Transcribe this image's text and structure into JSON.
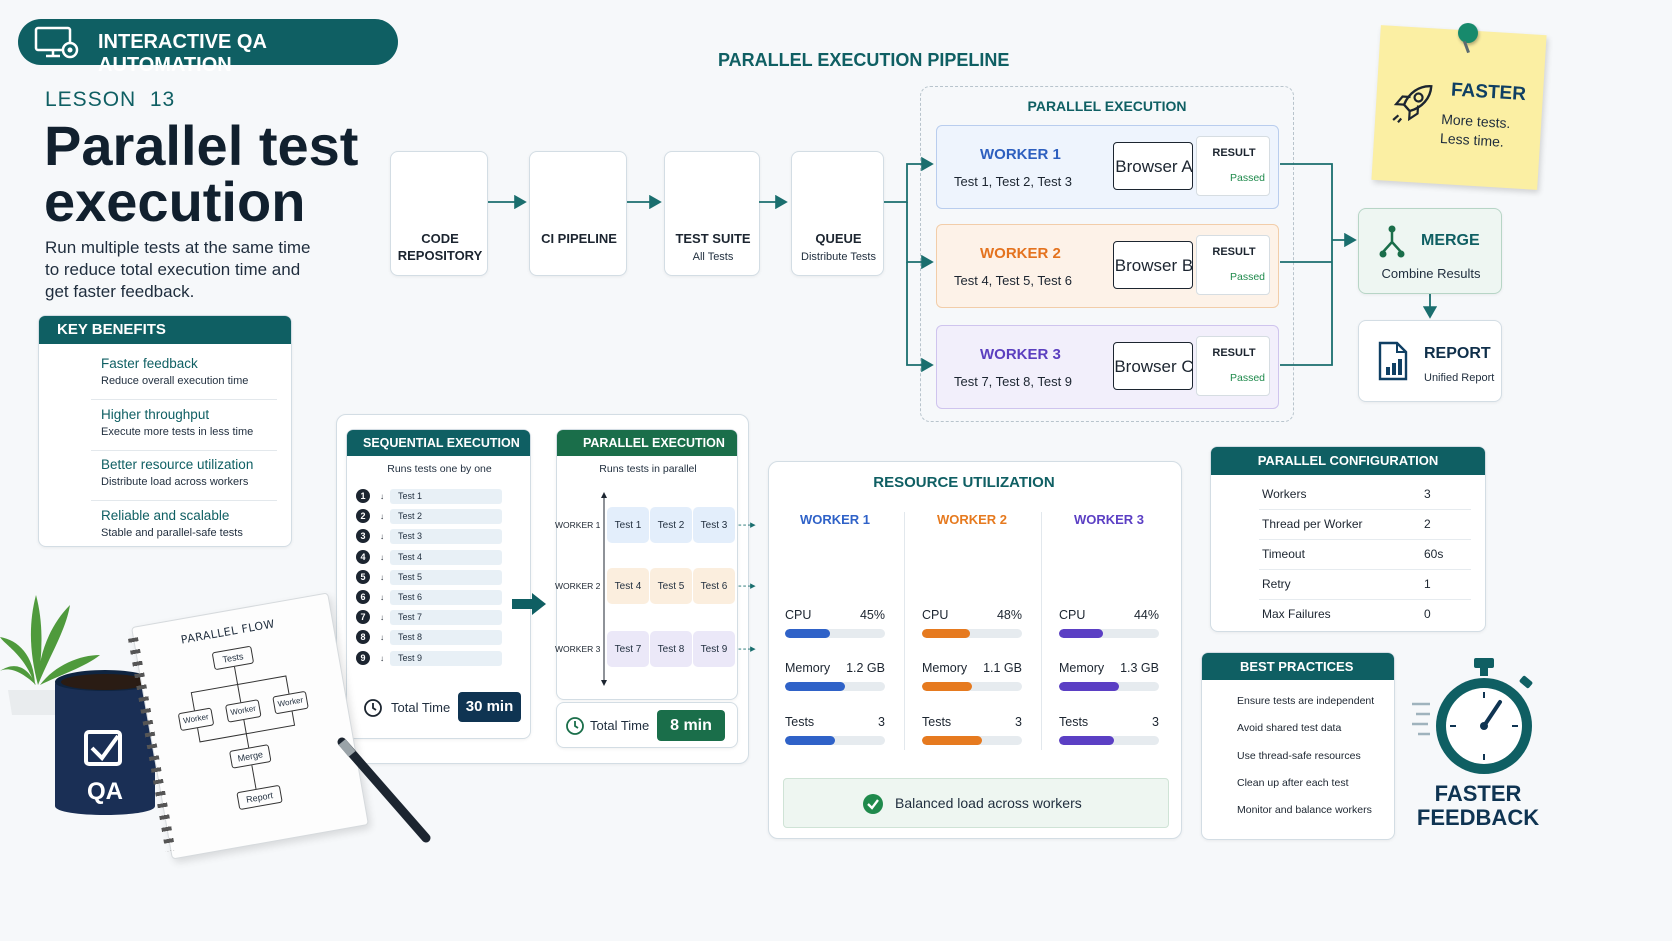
{
  "badge": {
    "label": "INTERACTIVE QA AUTOMATION"
  },
  "lesson": {
    "label": "LESSON",
    "number": "13"
  },
  "title": {
    "line1": "Parallel test",
    "line2": "execution"
  },
  "description": {
    "line1": "Run multiple tests at the same time",
    "line2": "to reduce total execution time and",
    "line3": "get faster feedback."
  },
  "benefits": {
    "header": "KEY BENEFITS",
    "items": [
      {
        "title": "Faster feedback",
        "desc": "Reduce overall execution time",
        "icon": "clock-icon"
      },
      {
        "title": "Higher throughput",
        "desc": "Execute more tests in less time",
        "icon": "bar-chart-icon"
      },
      {
        "title": "Better resource utilization",
        "desc": "Distribute load across workers",
        "icon": "balance-scale-icon"
      },
      {
        "title": "Reliable and scalable",
        "desc": "Stable and parallel-safe tests",
        "icon": "shield-check-icon"
      }
    ]
  },
  "pipeline": {
    "title": "PARALLEL EXECUTION PIPELINE",
    "steps": [
      {
        "label1": "CODE",
        "label2": "REPOSITORY",
        "sub": "",
        "icon": "code-file-icon"
      },
      {
        "label1": "CI PIPELINE",
        "label2": "",
        "sub": "",
        "icon": "ci-gear-cycle-icon"
      },
      {
        "label1": "TEST SUITE",
        "label2": "",
        "sub": "All Tests",
        "icon": "checklist-icon"
      },
      {
        "label1": "QUEUE",
        "label2": "",
        "sub": "Distribute Tests",
        "icon": "database-icon"
      }
    ],
    "parallel_title": "PARALLEL EXECUTION",
    "workers": [
      {
        "name": "WORKER 1",
        "tests": "Test 1, Test 2, Test 3",
        "browser": "Browser A",
        "result_label": "RESULT",
        "status": "Passed",
        "color": "#2d5fbf",
        "bg": "#eef4fd",
        "border": "#b9cdee"
      },
      {
        "name": "WORKER 2",
        "tests": "Test 4, Test 5, Test 6",
        "browser": "Browser B",
        "result_label": "RESULT",
        "status": "Passed",
        "color": "#e4731f",
        "bg": "#fdf2e8",
        "border": "#f2cda9"
      },
      {
        "name": "WORKER 3",
        "tests": "Test 7, Test 8, Test 9",
        "browser": "Browser C",
        "result_label": "RESULT",
        "status": "Passed",
        "color": "#5b3fbf",
        "bg": "#f2effb",
        "border": "#cfc4ee"
      }
    ],
    "merge": {
      "title": "MERGE",
      "sub": "Combine Results"
    },
    "report": {
      "title": "REPORT",
      "sub": "Unified Report"
    }
  },
  "sticky": {
    "title": "FASTER",
    "line1": "More tests.",
    "line2": "Less time."
  },
  "sequential": {
    "header": "SEQUENTIAL EXECUTION",
    "sub": "Runs tests one by one",
    "tests": [
      "Test 1",
      "Test 2",
      "Test 3",
      "Test 4",
      "Test 5",
      "Test 6",
      "Test 7",
      "Test 8",
      "Test 9"
    ],
    "numbers": [
      "1",
      "2",
      "3",
      "4",
      "5",
      "6",
      "7",
      "8",
      "9"
    ],
    "total_label": "Total Time",
    "total_value": "30 min"
  },
  "parallel": {
    "header": "PARALLEL EXECUTION",
    "sub": "Runs tests in parallel",
    "rows": [
      {
        "worker": "WORKER 1",
        "tests": [
          "Test 1",
          "Test 2",
          "Test 3"
        ],
        "bg": "#e3eefb"
      },
      {
        "worker": "WORKER 2",
        "tests": [
          "Test 4",
          "Test 5",
          "Test 6"
        ],
        "bg": "#fbeede"
      },
      {
        "worker": "WORKER 3",
        "tests": [
          "Test 7",
          "Test 8",
          "Test 9"
        ],
        "bg": "#ebe8f8"
      }
    ],
    "total_label": "Total Time",
    "total_value": "8 min"
  },
  "resources": {
    "title": "RESOURCE UTILIZATION",
    "workers": [
      {
        "name": "WORKER 1",
        "color": "#2f62c8",
        "cpu_label": "CPU",
        "cpu": "45%",
        "cpu_frac": 0.45,
        "mem_label": "Memory",
        "mem": "1.2 GB",
        "mem_frac": 0.6,
        "tests_label": "Tests",
        "tests": "3",
        "tests_frac": 0.5
      },
      {
        "name": "WORKER 2",
        "color": "#e67a1f",
        "cpu_label": "CPU",
        "cpu": "48%",
        "cpu_frac": 0.48,
        "mem_label": "Memory",
        "mem": "1.1 GB",
        "mem_frac": 0.5,
        "tests_label": "Tests",
        "tests": "3",
        "tests_frac": 0.6
      },
      {
        "name": "WORKER 3",
        "color": "#5b3fc4",
        "cpu_label": "CPU",
        "cpu": "44%",
        "cpu_frac": 0.44,
        "mem_label": "Memory",
        "mem": "1.3 GB",
        "mem_frac": 0.6,
        "tests_label": "Tests",
        "tests": "3",
        "tests_frac": 0.55
      }
    ],
    "balanced": "Balanced load across workers"
  },
  "config": {
    "header": "PARALLEL CONFIGURATION",
    "rows": [
      {
        "label": "Workers",
        "value": "3",
        "icon": "gear-icon"
      },
      {
        "label": "Thread per Worker",
        "value": "2",
        "icon": "chip-icon"
      },
      {
        "label": "Timeout",
        "value": "60s",
        "icon": "timer-icon"
      },
      {
        "label": "Retry",
        "value": "1",
        "icon": "retry-icon"
      },
      {
        "label": "Max Failures",
        "value": "0",
        "icon": "shield-icon"
      }
    ]
  },
  "practices": {
    "header": "BEST PRACTICES",
    "items": [
      "Ensure tests are independent",
      "Avoid shared test data",
      "Use thread-safe resources",
      "Clean up after each test",
      "Monitor and balance workers"
    ]
  },
  "faster": {
    "line1": "FASTER",
    "line2": "FEEDBACK"
  },
  "notebook": {
    "title": "PARALLEL FLOW",
    "tests": "Tests",
    "w1": "Worker",
    "w2": "Worker",
    "w3": "Worker",
    "merge": "Merge",
    "report": "Report"
  },
  "mug": {
    "label": "QA"
  },
  "colors": {
    "teal": "#0f5f63",
    "green": "#1a6e4a",
    "pass": "#1f8a4c"
  }
}
